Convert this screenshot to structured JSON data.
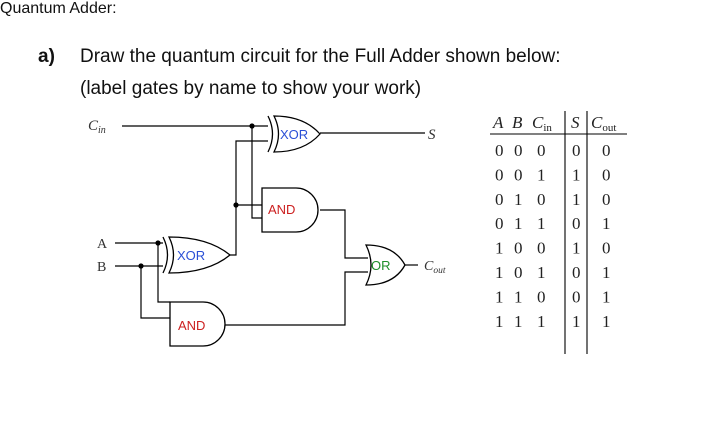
{
  "header": {
    "title": "Quantum Adder:",
    "question_marker": "a)",
    "question_line1": "Draw the quantum circuit for the Full Adder shown below:",
    "question_line2": "(label gates by name to show your work)"
  },
  "circuit": {
    "inputs": {
      "cin": "C",
      "cin_sub": "in",
      "a": "A",
      "b": "B"
    },
    "outputs": {
      "s": "S",
      "cout": "C",
      "cout_sub": "out"
    },
    "gates": {
      "xor_top": "XOR",
      "and_top": "AND",
      "xor_bottom": "XOR",
      "and_bottom": "AND",
      "or": "OR"
    },
    "colors": {
      "xor_label": "#2a4fd6",
      "and_label": "#cc1f1f",
      "or_label": "#1e8f2a",
      "wire": "#000000"
    }
  },
  "truth_table": {
    "headers": [
      "A",
      "B",
      "C",
      "S",
      "C"
    ],
    "header_subs": [
      "",
      "",
      "in",
      "",
      "out"
    ],
    "rows": [
      [
        "0",
        "0",
        "0",
        "0",
        "0"
      ],
      [
        "0",
        "0",
        "1",
        "1",
        "0"
      ],
      [
        "0",
        "1",
        "0",
        "1",
        "0"
      ],
      [
        "0",
        "1",
        "1",
        "0",
        "1"
      ],
      [
        "1",
        "0",
        "0",
        "1",
        "0"
      ],
      [
        "1",
        "0",
        "1",
        "0",
        "1"
      ],
      [
        "1",
        "1",
        "0",
        "0",
        "1"
      ],
      [
        "1",
        "1",
        "1",
        "1",
        "1"
      ]
    ]
  }
}
